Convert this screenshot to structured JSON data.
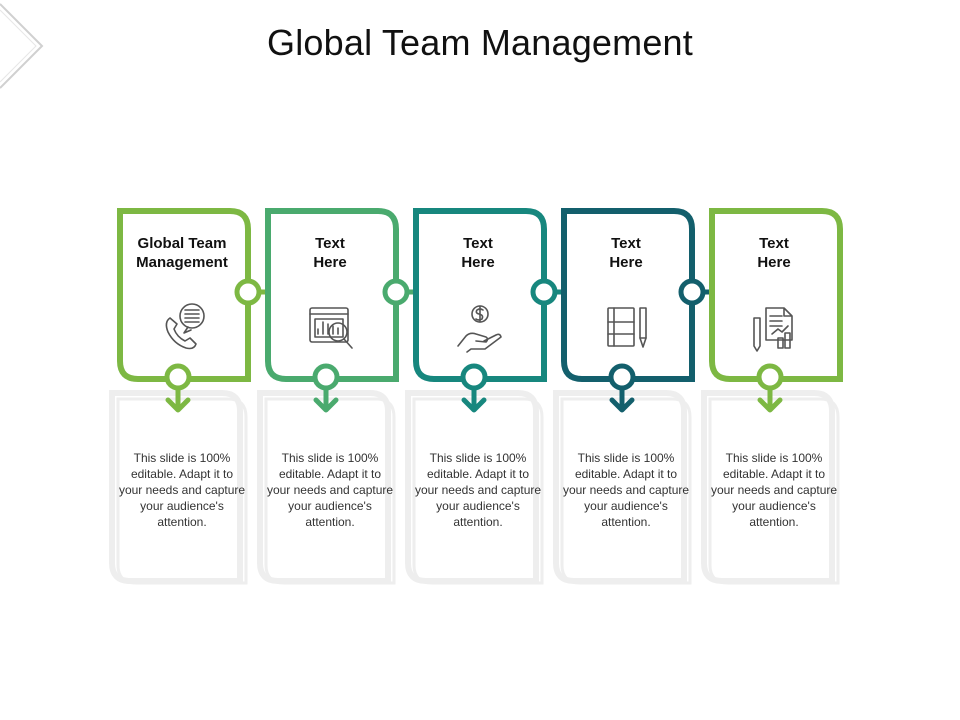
{
  "slide": {
    "title": "Global Team Management"
  },
  "steps": [
    {
      "label": "Global Team\nManagement",
      "description": "This slide is 100% editable. Adapt it to your needs and capture your audience's attention.",
      "icon": "phone-chat-icon",
      "color": "#7DB843"
    },
    {
      "label": "Text\nHere",
      "description": "This slide is 100% editable. Adapt it to your needs and capture your audience's attention.",
      "icon": "analytics-search-icon",
      "color": "#4AAA6E"
    },
    {
      "label": "Text\nHere",
      "description": "This slide is 100% editable. Adapt it to your needs and capture your audience's attention.",
      "icon": "dollar-hand-icon",
      "color": "#17877E"
    },
    {
      "label": "Text\nHere",
      "description": "This slide is 100% editable. Adapt it to your needs and capture your audience's attention.",
      "icon": "notebook-pencil-icon",
      "color": "#135F6C"
    },
    {
      "label": "Text\nHere",
      "description": "This slide is 100% editable. Adapt it to your needs and capture your audience's attention.",
      "icon": "report-chart-icon",
      "color": "#7DB843"
    }
  ],
  "colors": {
    "ghost_frame": "#EEEEEE",
    "icon_stroke": "#555555"
  }
}
